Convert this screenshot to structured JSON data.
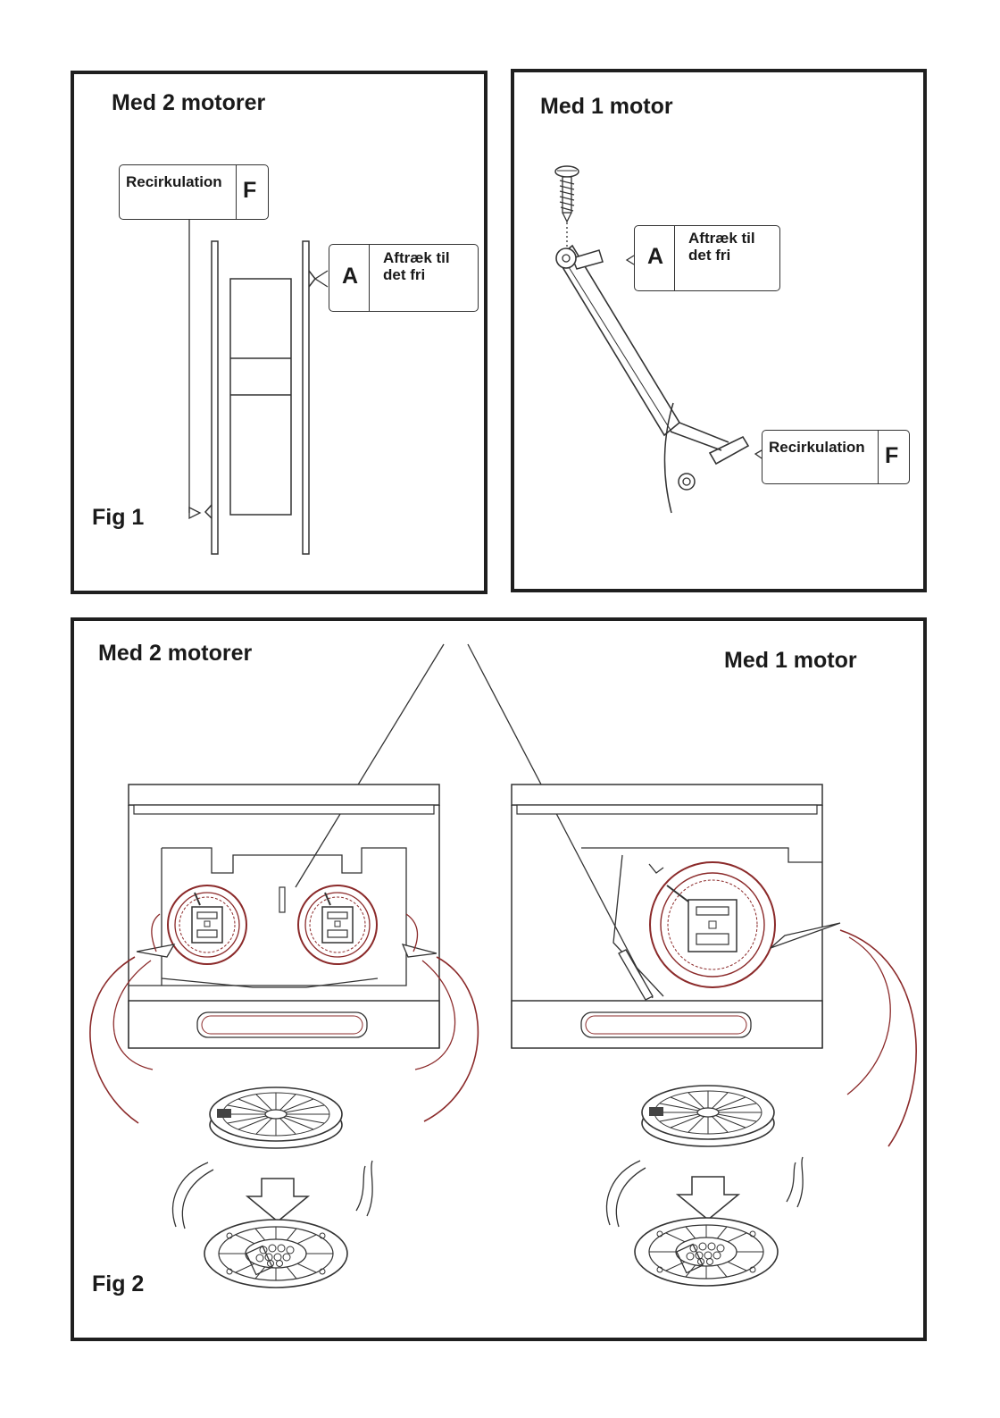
{
  "fig1": {
    "left": {
      "heading": "Med 2 motorer",
      "figure_label": "Fig 1",
      "tag_recirculation": {
        "text": "Recirkulation",
        "letter": "F"
      },
      "tag_exhaust": {
        "line1": "Aftræk til",
        "line2": "det fri",
        "letter": "A"
      }
    },
    "right": {
      "heading": "Med 1 motor",
      "tag_exhaust": {
        "line1": "Aftræk til",
        "line2": "det fri",
        "letter": "A"
      },
      "tag_recirculation": {
        "text": "Recirkulation",
        "letter": "F"
      }
    }
  },
  "fig2": {
    "heading_left": "Med 2 motorer",
    "heading_right": "Med 1 motor",
    "figure_label": "Fig 2"
  },
  "colors": {
    "line": "#333333",
    "accent": "#8b2a2a"
  }
}
